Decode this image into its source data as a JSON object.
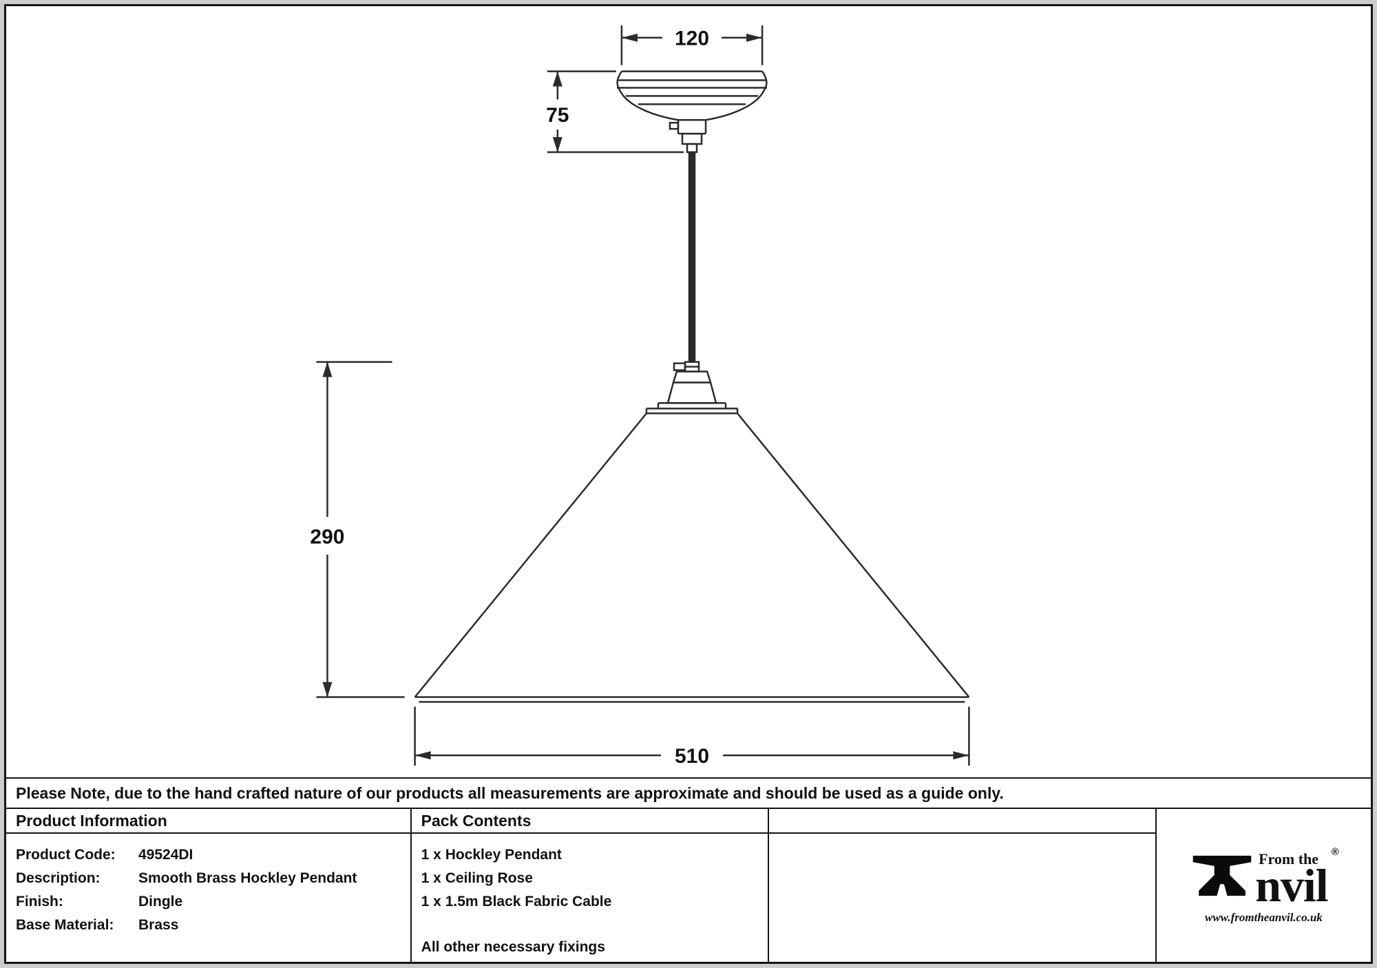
{
  "drawing": {
    "dimensions": {
      "rose_width": "120",
      "rose_height": "75",
      "shade_height": "290",
      "shade_width": "510"
    }
  },
  "note": "Please Note, due to the hand crafted nature of our products all measurements are approximate and should be used as a guide only.",
  "product_info": {
    "header": "Product Information",
    "rows": [
      {
        "label": "Product Code:",
        "value": "49524DI"
      },
      {
        "label": "Description:",
        "value": "Smooth Brass Hockley Pendant"
      },
      {
        "label": "Finish:",
        "value": "Dingle"
      },
      {
        "label": "Base Material:",
        "value": "Brass"
      }
    ]
  },
  "pack_contents": {
    "header": "Pack Contents",
    "items": [
      "1 x Hockley Pendant",
      "1 x Ceiling Rose",
      "1 x 1.5m Black Fabric Cable",
      "All other necessary fixings"
    ]
  },
  "brand": {
    "tagline": "From the",
    "name_suffix": "nvil",
    "registered_mark": "®",
    "url": "www.fromtheanvil.co.uk"
  },
  "colors": {
    "line": "#2b2b2b",
    "text": "#111111",
    "outer_bg": "#cdcdcd"
  }
}
